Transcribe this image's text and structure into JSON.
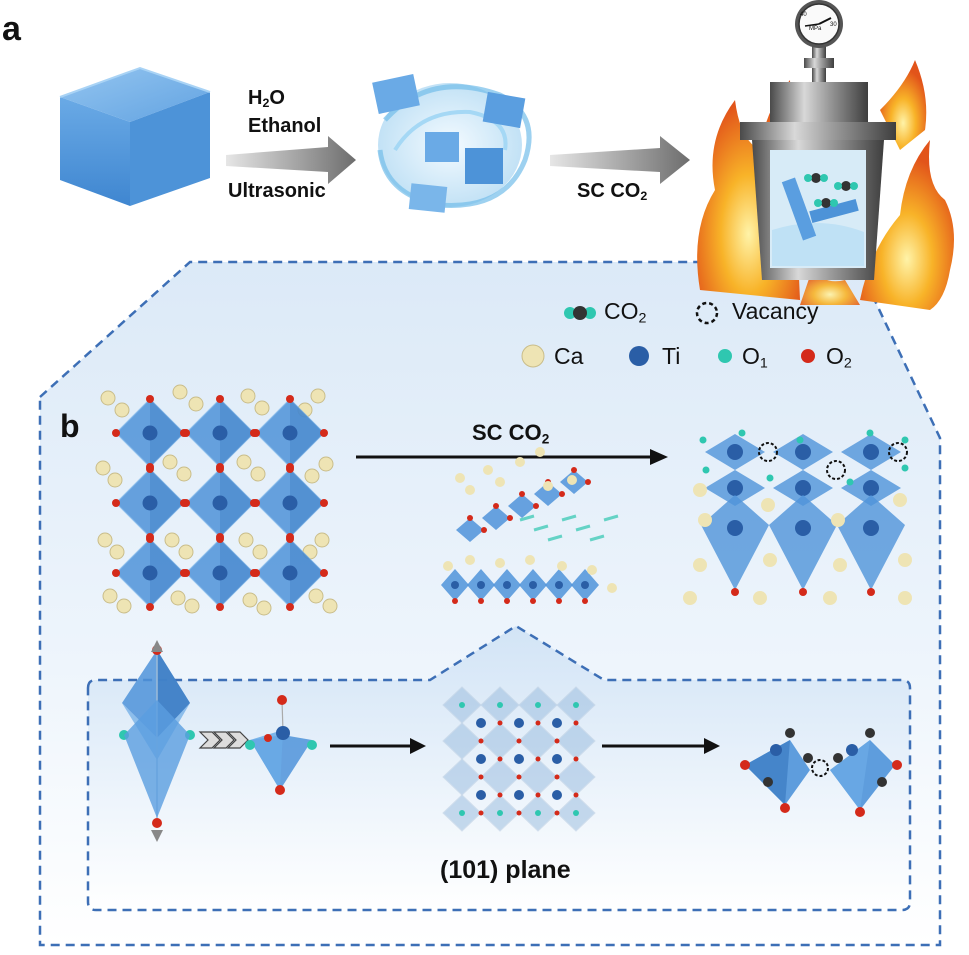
{
  "panel_a": {
    "label": "a",
    "step1_line1_main": "H",
    "step1_line1_sub": "2",
    "step1_line1_tail": "O",
    "step1_line2": "Ethanol",
    "step1_below": "Ultrasonic",
    "step2_main": "SC CO",
    "step2_sub": "2",
    "gauge_unit": "MPa",
    "gauge_left": "40",
    "gauge_right": "30"
  },
  "panel_b": {
    "label": "b",
    "arrow_main": "SC CO",
    "arrow_sub": "2",
    "plane_label": "(101) plane"
  },
  "legend": {
    "co2_main": "CO",
    "co2_sub": "2",
    "vacancy": "Vacancy",
    "ca": "Ca",
    "ti": "Ti",
    "o1_main": "O",
    "o1_sub": "1",
    "o2_main": "O",
    "o2_sub": "2"
  },
  "colors": {
    "dashed_border": "#3d6fb6",
    "octahedron": "#4f93d9",
    "ca": "#eee4b4",
    "ti": "#2a5ea6",
    "o1": "#2fc7b0",
    "o2": "#d42a1a",
    "flame": "#f39a1c"
  }
}
